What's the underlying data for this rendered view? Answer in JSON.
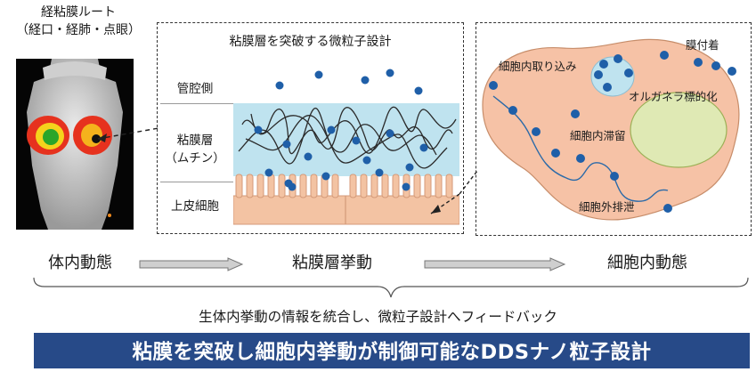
{
  "route": {
    "title_line1": "経粘膜ルート",
    "title_line2": "（経口・経肺・点眼）"
  },
  "middle": {
    "title": "粘膜層を突破する微粒子設計",
    "layers": [
      "管腔側",
      "粘膜層",
      "（ムチン）",
      "上皮細胞"
    ]
  },
  "right": {
    "labels": [
      "細胞内取り込み",
      "膜付着",
      "オルガネラ標的化",
      "細胞内滞留",
      "細胞外排泄"
    ]
  },
  "flow": {
    "step1": "体内動態",
    "step2": "粘膜層挙動",
    "step3": "細胞内動態"
  },
  "summary": "生体内挙動の情報を統合し、微粒子設計へフィードバック",
  "banner": "粘膜を突破し細胞内挙動が制御可能なDDSナノ粒子設計",
  "colors": {
    "particle": "#1f5fa8",
    "mucus": "#bfe3ef",
    "epithelium": "#f3c3a3",
    "cell": "#f6c2a6",
    "organelle": "#dfe9b4",
    "banner": "#274a88"
  }
}
